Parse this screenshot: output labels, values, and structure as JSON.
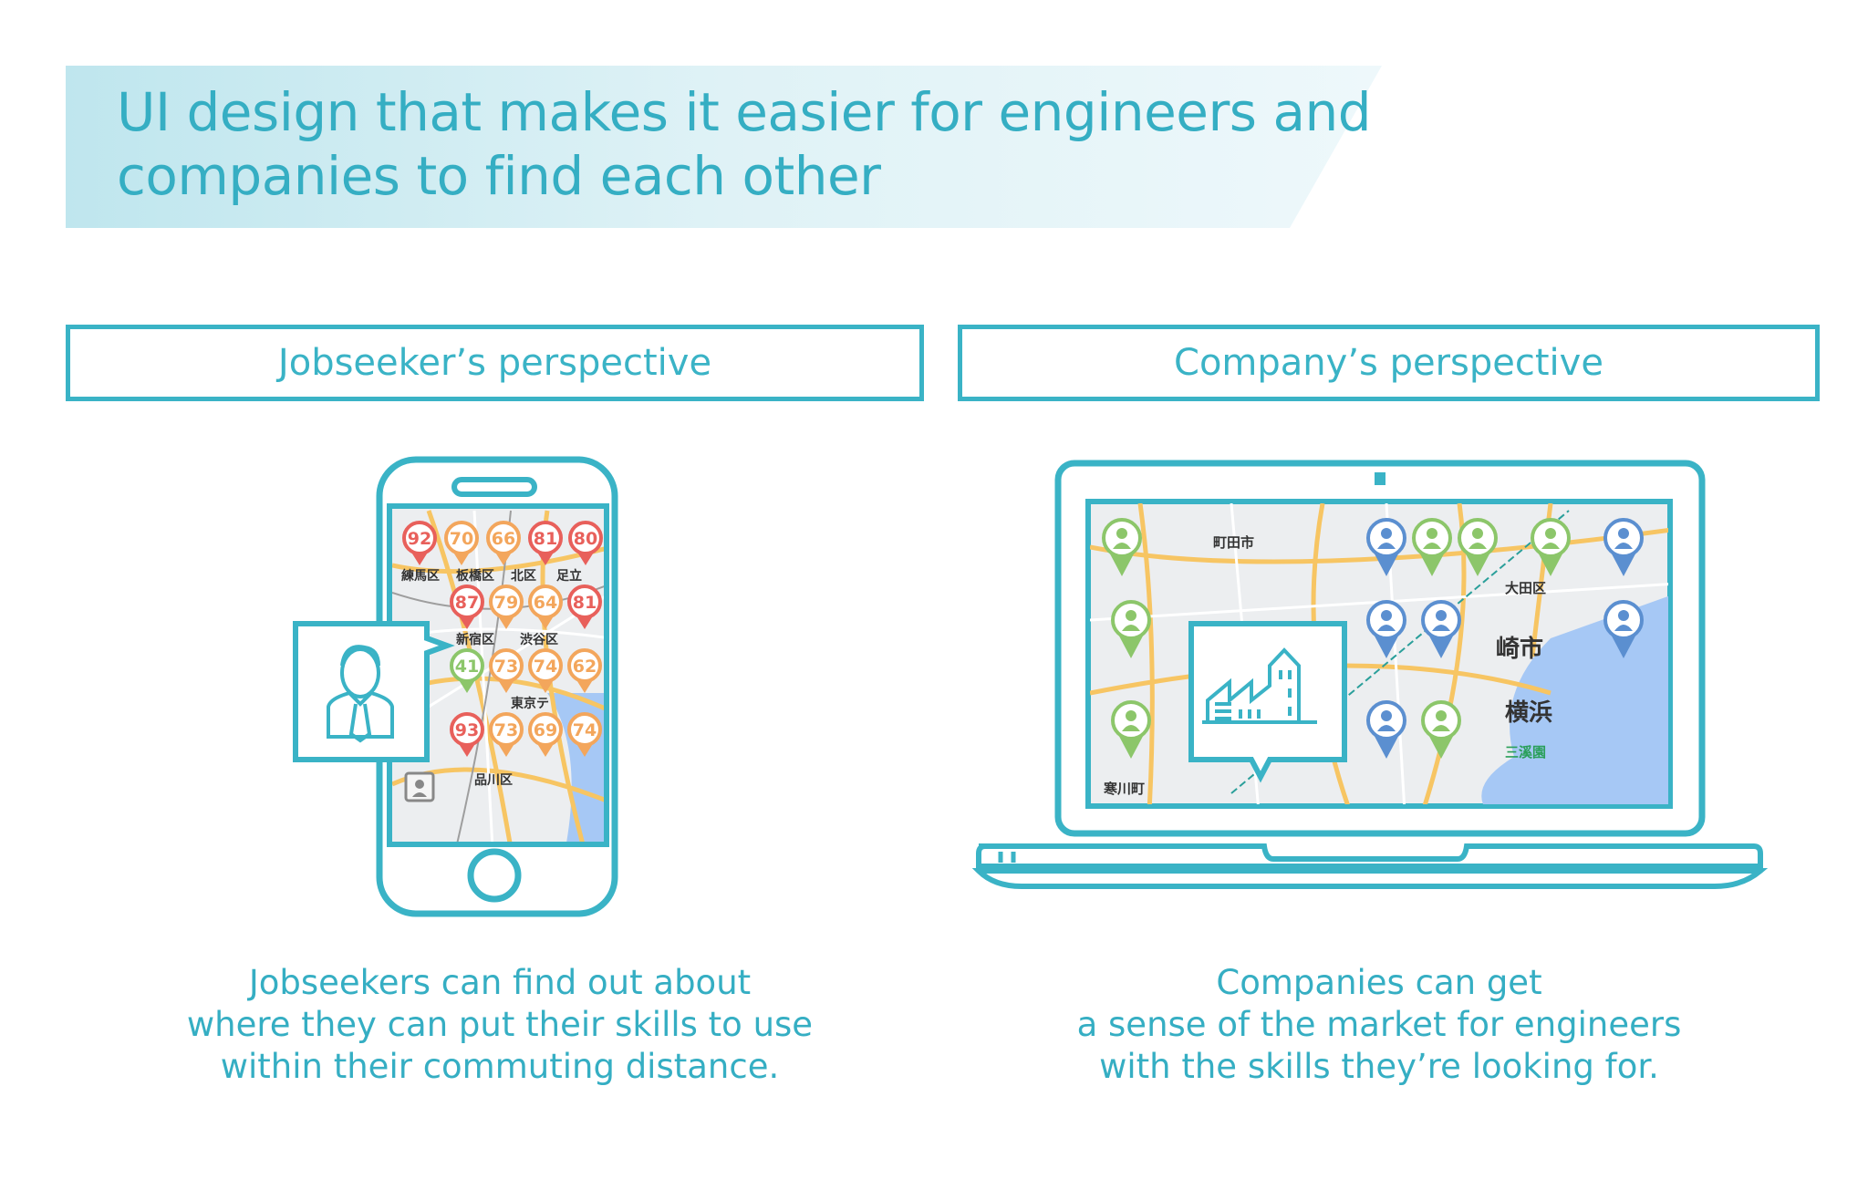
{
  "header": {
    "title_line1": "UI design that makes it easier for engineers and",
    "title_line2": "companies to find each other"
  },
  "jobseeker": {
    "label": "Jobseeker’s perspective",
    "caption": [
      "Jobseekers can find out about",
      "where they can put their skills to use",
      "within their commuting distance."
    ],
    "map_labels": [
      "足立",
      "板橋区",
      "北区",
      "練馬区",
      "新宿区",
      "渋谷区",
      "東京テ",
      "品川区"
    ],
    "pins": [
      {
        "value": "92",
        "color": "#e8605b"
      },
      {
        "value": "70",
        "color": "#f3a65c"
      },
      {
        "value": "66",
        "color": "#f3a65c"
      },
      {
        "value": "81",
        "color": "#e8605b"
      },
      {
        "value": "80",
        "color": "#e8605b"
      },
      {
        "value": "87",
        "color": "#e8605b"
      },
      {
        "value": "79",
        "color": "#f3a65c"
      },
      {
        "value": "64",
        "color": "#f3a65c"
      },
      {
        "value": "81",
        "color": "#e8605b"
      },
      {
        "value": "41",
        "color": "#8cc66a"
      },
      {
        "value": "73",
        "color": "#f3a65c"
      },
      {
        "value": "74",
        "color": "#f3a65c"
      },
      {
        "value": "62",
        "color": "#f3a65c"
      },
      {
        "value": "93",
        "color": "#e8605b"
      },
      {
        "value": "73",
        "color": "#f3a65c"
      },
      {
        "value": "69",
        "color": "#f3a65c"
      },
      {
        "value": "74",
        "color": "#f3a65c"
      }
    ]
  },
  "company": {
    "label": "Company’s perspective",
    "caption": [
      "Companies can get",
      "a sense of the market for engineers",
      "with the skills they’re looking for."
    ],
    "map_labels": [
      "町田市",
      "大田区",
      "崎市",
      "横浜",
      "三溪園",
      "寒川町"
    ]
  },
  "colors": {
    "accent": "#3ab3c6",
    "pin_red": "#e8605b",
    "pin_orange": "#f3a65c",
    "pin_green": "#8cc66a",
    "pin_blue": "#5b8fd0",
    "water": "#a6c8f5",
    "map_bg": "#eceef0"
  }
}
